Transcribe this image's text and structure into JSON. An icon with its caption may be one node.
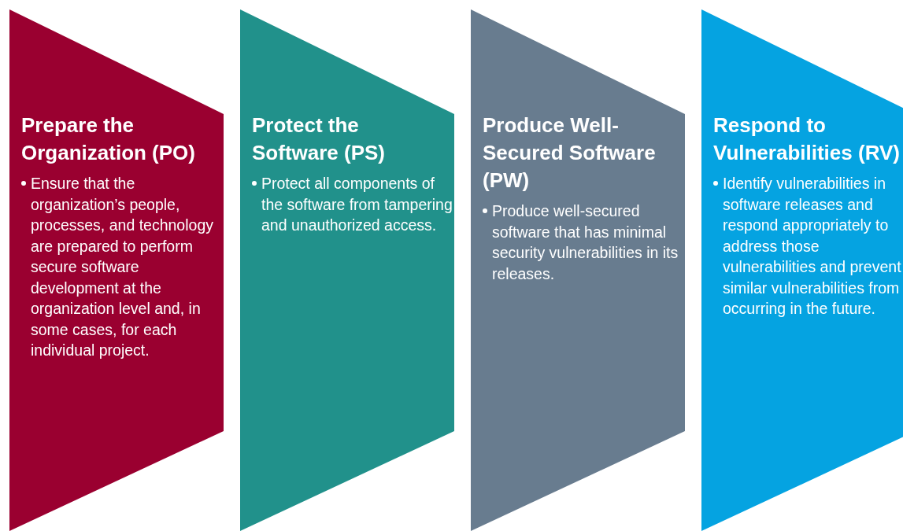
{
  "diagram": {
    "nodes": [
      {
        "text": [
          "Prepare the Organization (PO)",
          "Ensure that the organization’s people, processes, and technology are prepared to perform secure software development at the organization level and, in some cases, for each individual project."
        ]
      },
      {
        "text": [
          "Protect the Software (PS)",
          "Protect all components of the software from tampering and unauthorized access."
        ]
      },
      {
        "text": [
          "Produce Well-Secured Software (PW)",
          "Produce well-secured software that has minimal security vulnerabilities in its releases."
        ]
      },
      {
        "text": [
          "Respond to Vulnerabilities (RV)",
          "Identify vulnerabilities in software releases and respond appropriately to address those vulnerabilities and prevent similar vulnerabilities from occurring in the future."
        ]
      }
    ],
    "edges": []
  }
}
